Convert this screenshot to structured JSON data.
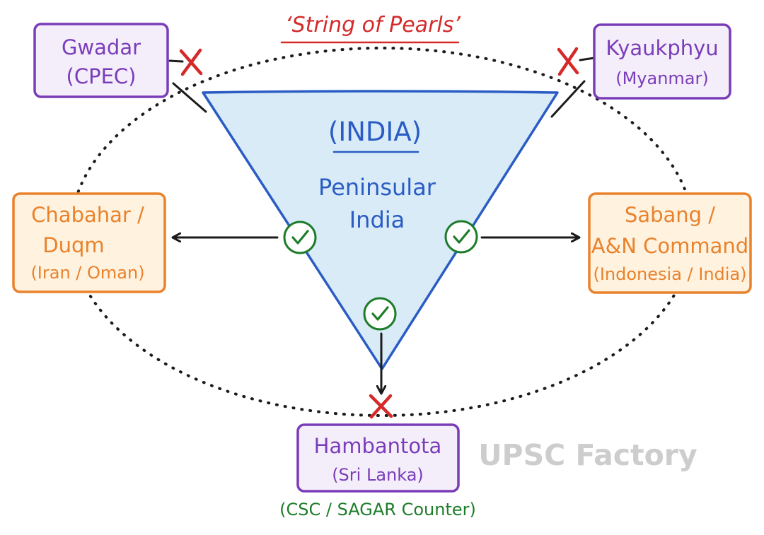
{
  "title": "‘String of Pearls’",
  "center": {
    "title": "(INDIA)",
    "subtitle_line1": "Peninsular",
    "subtitle_line2": "India"
  },
  "nodes": {
    "gwadar": {
      "line1": "Gwadar",
      "line2": "(CPEC)"
    },
    "kyaukphyu": {
      "line1": "Kyaukphyu",
      "line2": "(Myanmar)"
    },
    "chabahar": {
      "line1": "Chabahar /",
      "line2": "Duqm",
      "line3": "(Iran / Oman)"
    },
    "sabang": {
      "line1": "Sabang /",
      "line2": "A&N Command",
      "line3": "(Indonesia / India)"
    },
    "hambantota": {
      "line1": "Hambantota",
      "line2": "(Sri Lanka)"
    }
  },
  "bottom_note": "(CSC / SAGAR Counter)",
  "watermark": "UPSC Factory",
  "colors": {
    "purple": "#7a3db8",
    "purple_fill": "#f4eefb",
    "orange": "#e9822c",
    "orange_fill": "#fff2df",
    "blue": "#2a5cc4",
    "blue_fill": "#d8ebf7",
    "red": "#d42a2a",
    "green": "#1e7d2a",
    "dark": "#1b1b1b"
  },
  "icons": [
    "cross-mark-icon",
    "check-mark-icon",
    "arrow-icon"
  ]
}
